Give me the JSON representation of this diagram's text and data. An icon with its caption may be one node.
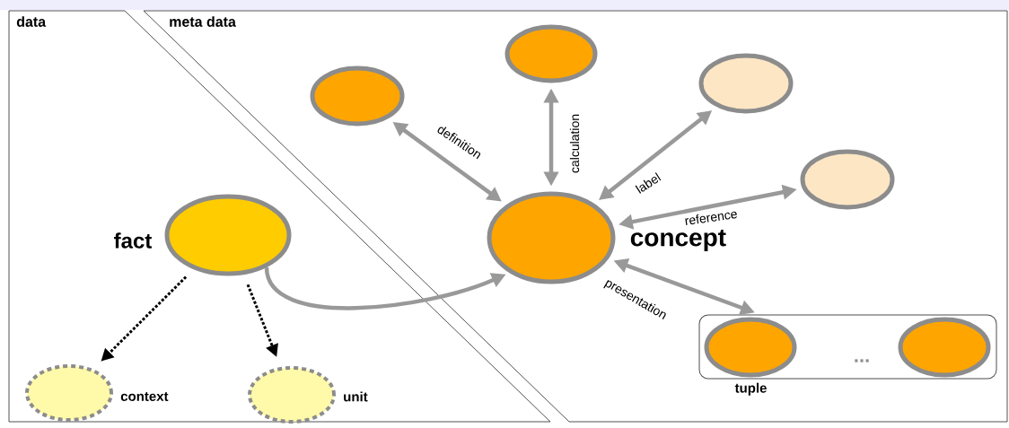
{
  "diagram": {
    "nodes": [
      {
        "text": [
          "data"
        ]
      },
      {
        "text": [
          "meta data"
        ]
      },
      {
        "text": [
          "fact"
        ],
        "in": 0
      },
      {
        "text": [
          "context"
        ],
        "in": 0
      },
      {
        "text": [
          "unit"
        ],
        "in": 0
      },
      {
        "text": [
          "concept"
        ],
        "in": 1
      },
      {
        "text": [],
        "shape": "circle",
        "in": 1
      },
      {
        "text": [],
        "shape": "circle",
        "in": 1
      },
      {
        "text": [],
        "shape": "circle",
        "in": 1
      },
      {
        "text": [],
        "shape": "circle",
        "in": 1
      },
      {
        "text": [
          "tuple"
        ],
        "in": 1
      },
      {
        "text": [],
        "shape": "circle",
        "in": 10
      },
      {
        "text": [],
        "shape": "circle",
        "in": 10
      }
    ],
    "edges": [
      {
        "from": 2,
        "to": 3,
        "arrow": "to",
        "style": "dashed",
        "color": "#000000"
      },
      {
        "from": 2,
        "to": 4,
        "arrow": "to",
        "style": "dashed",
        "color": "#000000"
      },
      {
        "from": 2,
        "to": 5,
        "arrow": "to"
      },
      {
        "from": 5,
        "to": 6,
        "arrow": "both",
        "label": "definition"
      },
      {
        "from": 5,
        "to": 7,
        "arrow": "both",
        "label": "calculation"
      },
      {
        "from": 5,
        "to": 8,
        "arrow": "both",
        "label": "label"
      },
      {
        "from": 5,
        "to": 9,
        "arrow": "both",
        "label": "reference"
      },
      {
        "from": 5,
        "to": 10,
        "arrow": "both",
        "label": "presentation"
      }
    ],
    "labels": [
      "..."
    ]
  }
}
